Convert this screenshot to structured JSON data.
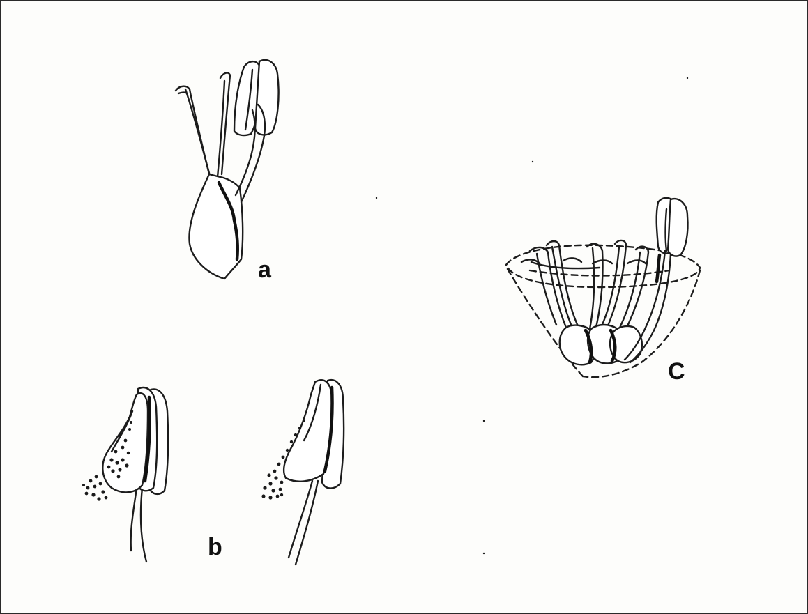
{
  "figure": {
    "labels": {
      "a": "a",
      "b": "b",
      "c": "C"
    }
  }
}
